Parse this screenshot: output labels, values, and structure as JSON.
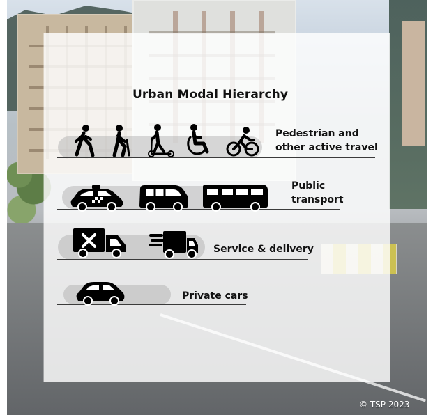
{
  "infographic": {
    "title": "Urban Modal Hierarchy",
    "watermark": "© TSP 2023",
    "tiers": [
      {
        "label_lines": [
          "Pedestrian and",
          "other active travel"
        ],
        "icons": [
          "walking-person-icon",
          "elderly-person-with-cane-icon",
          "scooter-rider-icon",
          "wheelchair-user-icon",
          "cyclist-icon"
        ]
      },
      {
        "label_lines": [
          "Public",
          "transport"
        ],
        "icons": [
          "taxi-icon",
          "minibus-icon",
          "bus-icon"
        ]
      },
      {
        "label_lines": [
          "Service & delivery"
        ],
        "icons": [
          "service-truck-icon",
          "delivery-truck-icon"
        ]
      },
      {
        "label_lines": [
          "Private cars"
        ],
        "icons": [
          "private-car-icon"
        ]
      }
    ],
    "colors": {
      "icon": "#000000",
      "text": "#111111",
      "line": "#3b3b3b",
      "panel": "rgba(255,255,255,0.82)"
    }
  }
}
